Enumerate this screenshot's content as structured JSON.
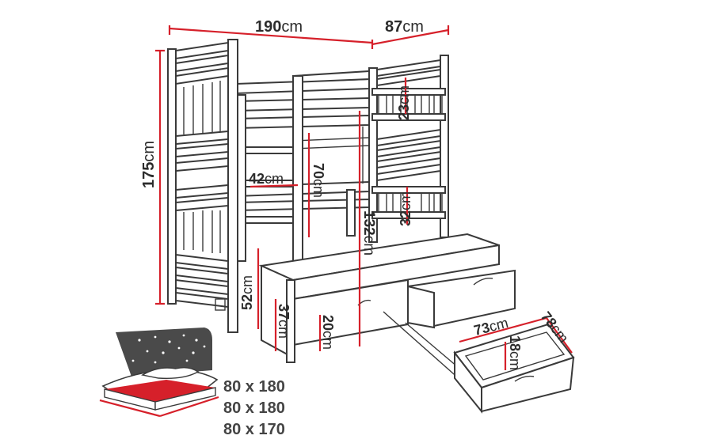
{
  "colors": {
    "accent": "#d6202a",
    "outline": "#3a3a3a",
    "mattress_dark": "#4a4a4a"
  },
  "dimensions": {
    "width": {
      "num": "190",
      "unit": "cm"
    },
    "depth": {
      "num": "87",
      "unit": "cm"
    },
    "height": {
      "num": "175",
      "unit": "cm"
    },
    "top_rail": {
      "num": "23",
      "unit": "cm"
    },
    "middle_rail": {
      "num": "32",
      "unit": "cm"
    },
    "entry": {
      "num": "42",
      "unit": "cm"
    },
    "upper_clearance": {
      "num": "70",
      "unit": "cm"
    },
    "lower_clearance": {
      "num": "132",
      "unit": "cm"
    },
    "bed_height": {
      "num": "52",
      "unit": "cm"
    },
    "trundle_height": {
      "num": "37",
      "unit": "cm"
    },
    "trundle_clearance": {
      "num": "20",
      "unit": "cm"
    },
    "drawer_width": {
      "num": "73",
      "unit": "cm"
    },
    "drawer_depth": {
      "num": "78",
      "unit": "cm"
    },
    "drawer_height": {
      "num": "18",
      "unit": "cm"
    }
  },
  "mattress_sizes": [
    "80 x 180",
    "80 x 180",
    "80 x 170"
  ]
}
